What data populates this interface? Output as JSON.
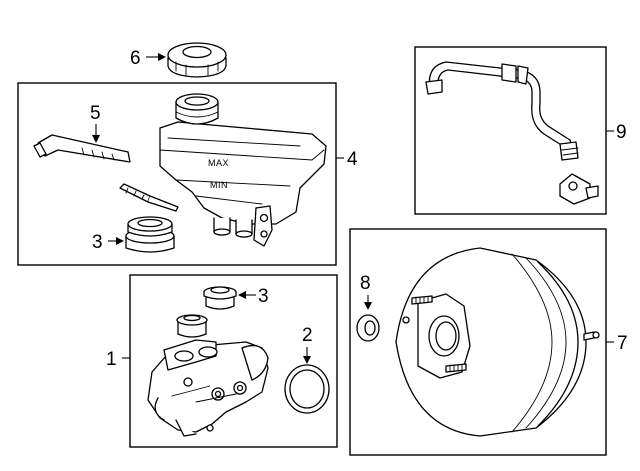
{
  "callouts": {
    "c1": "1",
    "c2": "2",
    "c3_upper": "3",
    "c3_lower": "3",
    "c4": "4",
    "c5": "5",
    "c6": "6",
    "c7": "7",
    "c8": "8",
    "c9": "9"
  },
  "reservoir_marks": {
    "max": "MAX",
    "min": "MIN"
  }
}
